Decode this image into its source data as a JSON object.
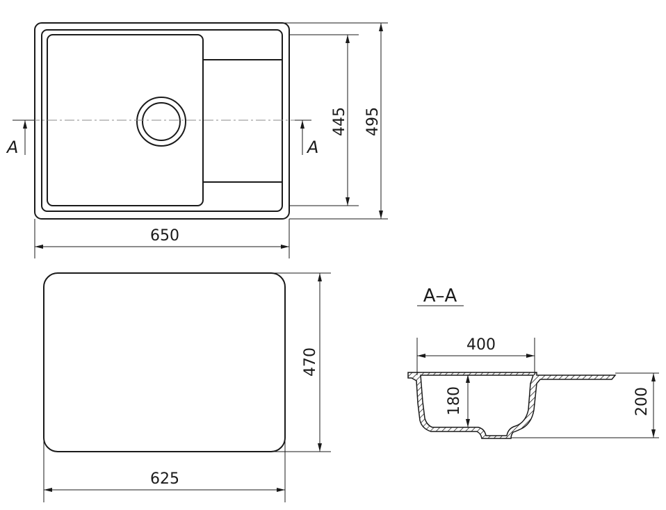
{
  "dimensions": {
    "top_width": "650",
    "top_inner_depth": "445",
    "top_outer_depth": "495",
    "bottom_width": "625",
    "bottom_depth": "470",
    "section_bowl_width": "400",
    "section_bowl_depth": "180",
    "section_total_height": "200"
  },
  "labels": {
    "section_mark_left": "A",
    "section_mark_right": "A",
    "section_title": "A–A"
  }
}
